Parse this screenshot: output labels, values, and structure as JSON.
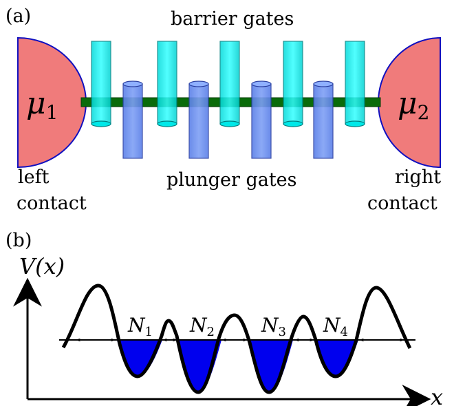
{
  "panel_a": {
    "tag": "(a)",
    "barrier_label": "barrier gates",
    "plunger_label": "plunger gates",
    "left_contact": {
      "line1": "left",
      "line2": "contact",
      "potential": "μ",
      "subscript": "1"
    },
    "right_contact": {
      "line1": "right",
      "line2": "contact",
      "potential": "μ",
      "subscript": "2"
    },
    "colors": {
      "contact": "#f07b7b",
      "contact_edge": "#1010c0",
      "barrier": "#00f0f0",
      "plunger": "#6b8ff0",
      "wire": "#0a6b0a"
    }
  },
  "panel_b": {
    "tag": "(b)",
    "y_axis_label": "V(x)",
    "x_axis_label": "x",
    "dots": [
      {
        "letter": "N",
        "subscript": "1"
      },
      {
        "letter": "N",
        "subscript": "2"
      },
      {
        "letter": "N",
        "subscript": "3"
      },
      {
        "letter": "N",
        "subscript": "4"
      }
    ],
    "colors": {
      "fill": "#0000ee",
      "curve": "#000000"
    }
  }
}
